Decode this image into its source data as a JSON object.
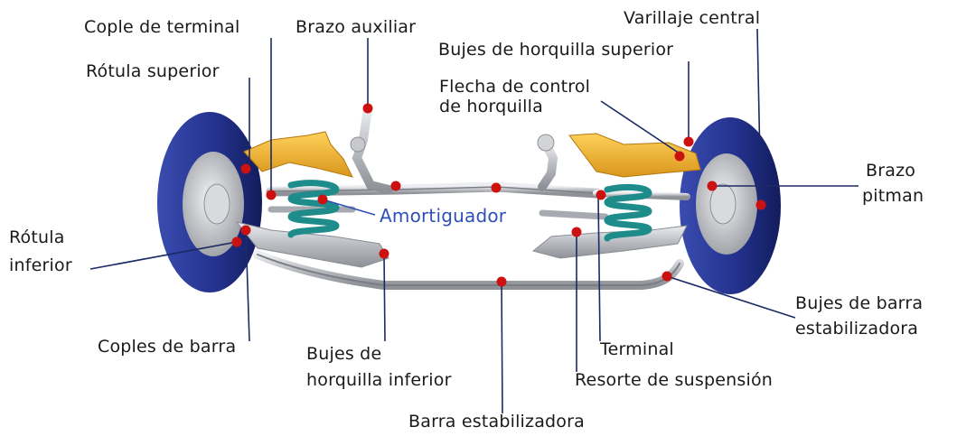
{
  "labels": {
    "cople_terminal": "Cople de terminal",
    "brazo_auxiliar": "Brazo auxiliar",
    "varillaje_central": "Varillaje central",
    "bujes_horquilla_superior": "Bujes de horquilla superior",
    "rotula_superior": "Rótula superior",
    "flecha_control_1": "Flecha de control",
    "flecha_control_2": "de horquilla",
    "brazo_pitman_1": "Brazo",
    "brazo_pitman_2": "pitman",
    "amortiguador": "Amortiguador",
    "rotula_inferior_1": "Rótula",
    "rotula_inferior_2": "inferior",
    "bujes_barra_estab_1": "Bujes de barra",
    "bujes_barra_estab_2": "estabilizadora",
    "coples_barra": "Coples de barra",
    "bujes_horquilla_inferior_1": "Bujes de",
    "bujes_horquilla_inferior_2": "horquilla inferior",
    "terminal": "Terminal",
    "resorte_suspension": "Resorte de suspensión",
    "barra_estabilizadora": "Barra estabilizadora"
  },
  "colors": {
    "marker": "#cc1111",
    "leader": "#1c2a66",
    "wheel": "#24358f",
    "arm": "#e8ae2a",
    "spring": "#1f8c8c",
    "metal": "#c4c6ca",
    "highlight_label": "#2e4fb8"
  }
}
